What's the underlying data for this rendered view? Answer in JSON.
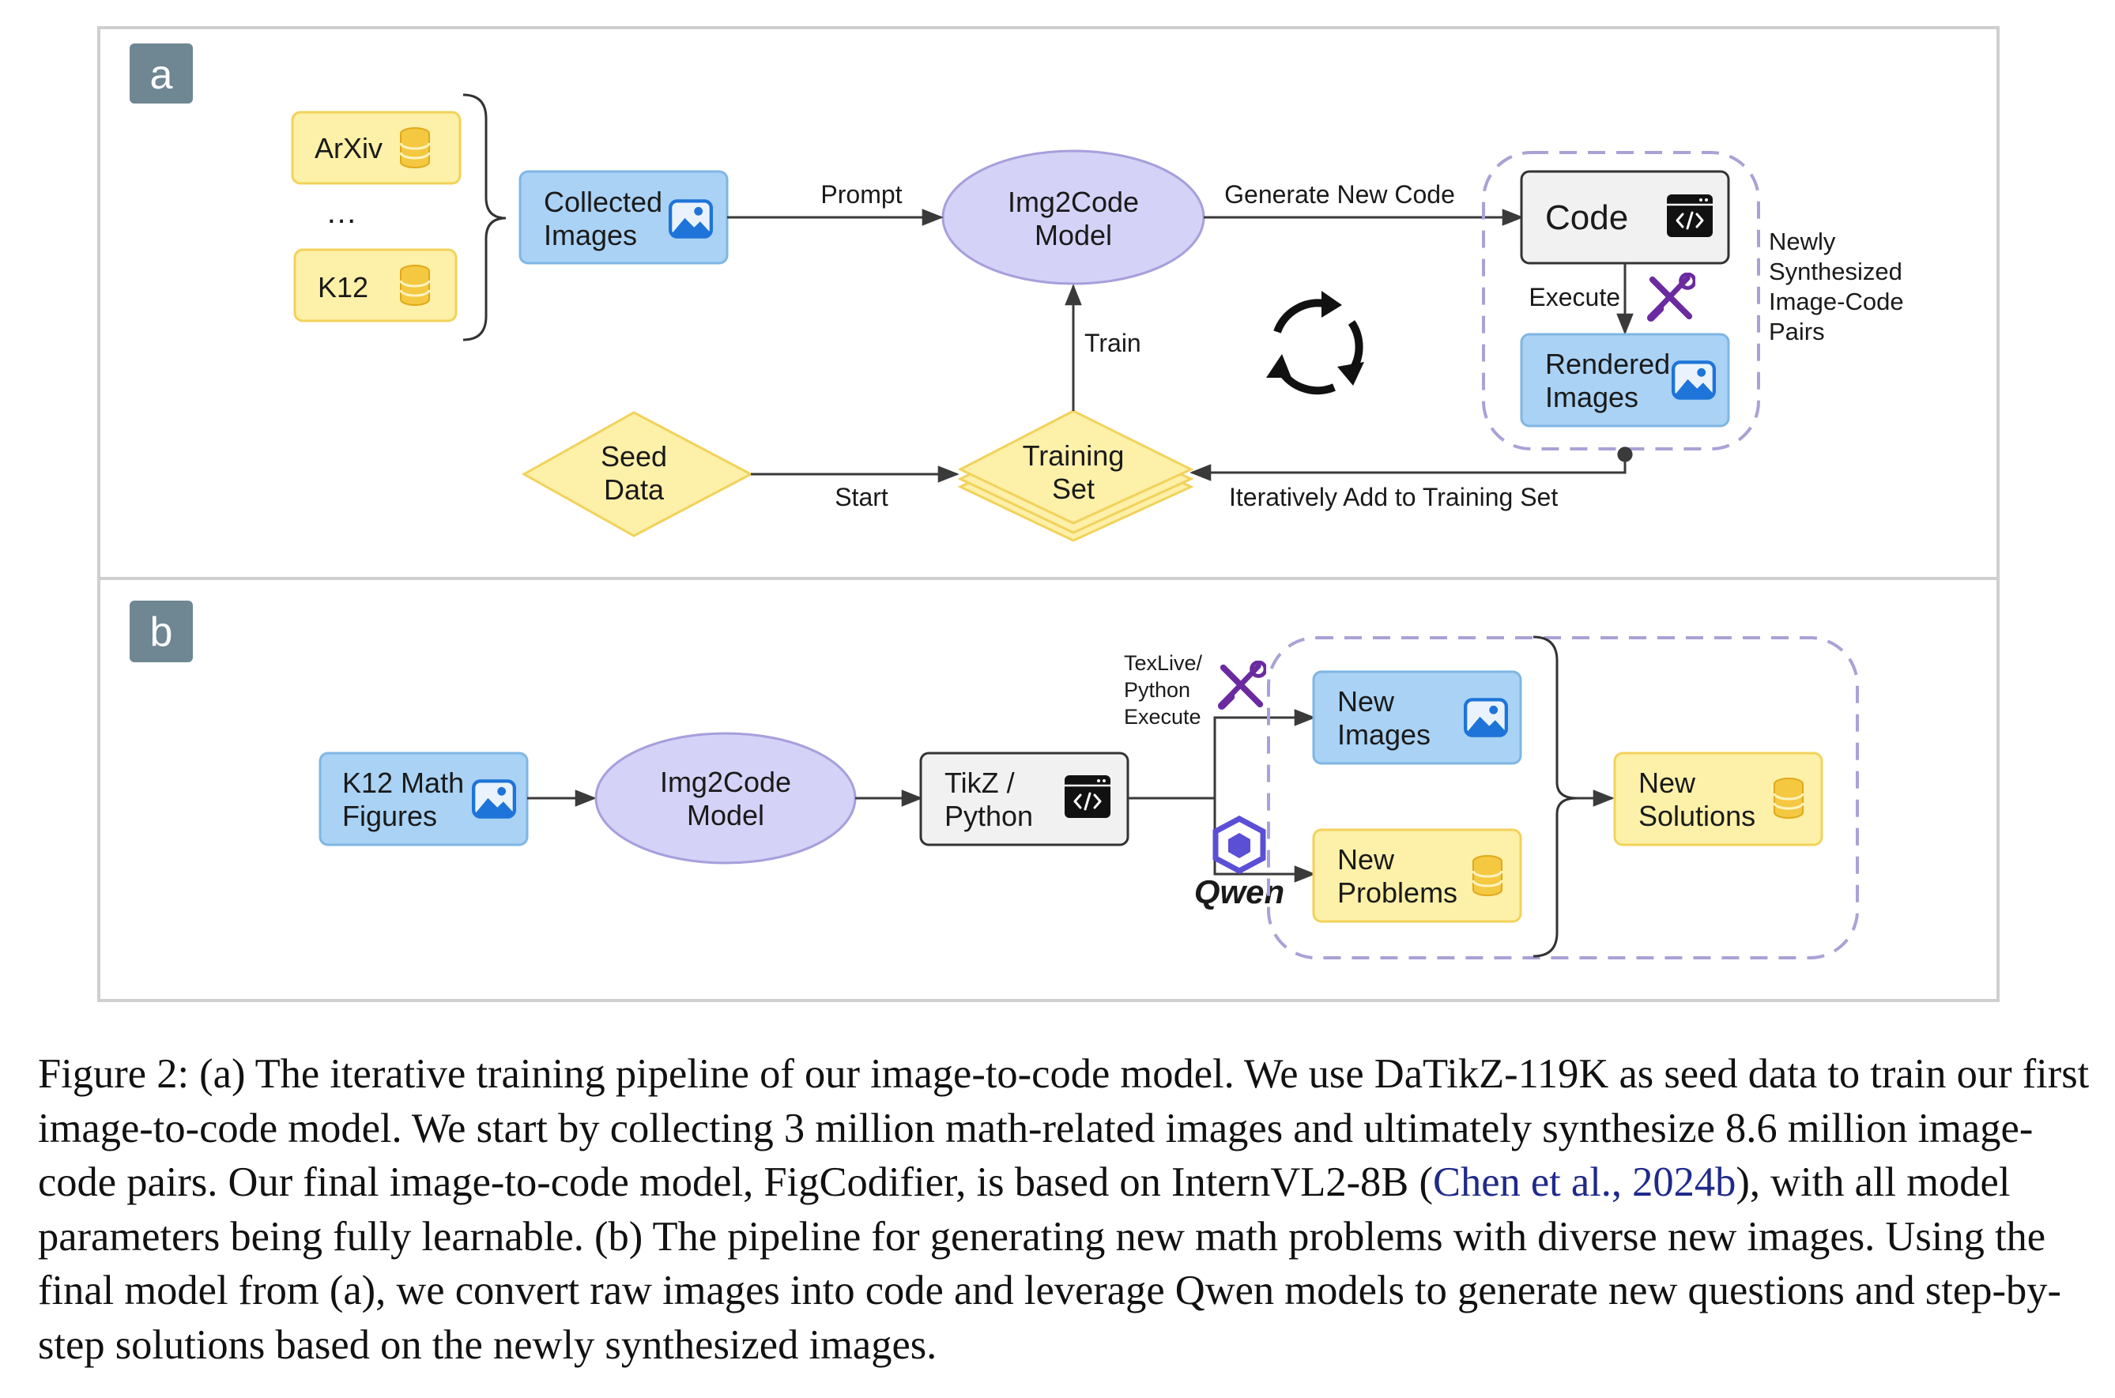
{
  "panels": {
    "a": "a",
    "b": "b"
  },
  "panel_a": {
    "sources": [
      {
        "label": "ArXiv"
      },
      {
        "label": "K12"
      }
    ],
    "ellipsis": "…",
    "collected": [
      "Collected",
      "Images"
    ],
    "model": [
      "Img2Code",
      "Model"
    ],
    "edge_prompt": "Prompt",
    "edge_generate": "Generate New Code",
    "code_box": "Code",
    "edge_execute": "Execute",
    "rendered": [
      "Rendered",
      "Images"
    ],
    "newly": [
      "Newly",
      "Synthesized",
      "Image-Code",
      "Pairs"
    ],
    "edge_train": "Train",
    "seed": [
      "Seed",
      "Data"
    ],
    "edge_start": "Start",
    "training": [
      "Training",
      "Set"
    ],
    "edge_iter": "Iteratively Add to Training Set"
  },
  "panel_b": {
    "k12": [
      "K12 Math",
      "Figures"
    ],
    "model": [
      "Img2Code",
      "Model"
    ],
    "tikz": [
      "TikZ /",
      "Python"
    ],
    "exec_label": [
      "TexLive/",
      "Python",
      "Execute"
    ],
    "qwen": "Qwen",
    "new_images": [
      "New",
      "Images"
    ],
    "new_problems": [
      "New",
      "Problems"
    ],
    "new_solutions": [
      "New",
      "Solutions"
    ]
  },
  "caption": {
    "part1": "Figure 2: (a) The iterative training pipeline of our image-to-code model. We use DaTikZ-119K as seed data to train our first image-to-code model. We start by collecting 3 million math-related images and ultimately synthesize 8.6 million image-code pairs. Our final image-to-code model, FigCodifier, is based on InternVL2-8B (",
    "cite": "Chen et al., 2024b",
    "part2": "), with all model parameters being fully learnable. (b) The pipeline for generating new math problems with diverse new images. Using the final model from (a), we convert raw images into code and leverage Qwen models to generate new questions and step-by-step solutions based on the newly synthesized images."
  },
  "colors": {
    "yellow_fill": "#fdf0a8",
    "yellow_stroke": "#f2d25a",
    "blue_fill": "#a9d2f5",
    "blue_stroke": "#7fb6e3",
    "purple_fill": "#d4d2f6",
    "purple_stroke": "#a79fdc",
    "gray_fill": "#f1f1f1",
    "label_bg": "#6f8792",
    "tool_purple": "#6b2aa0",
    "dashed": "#a9a2d6"
  }
}
